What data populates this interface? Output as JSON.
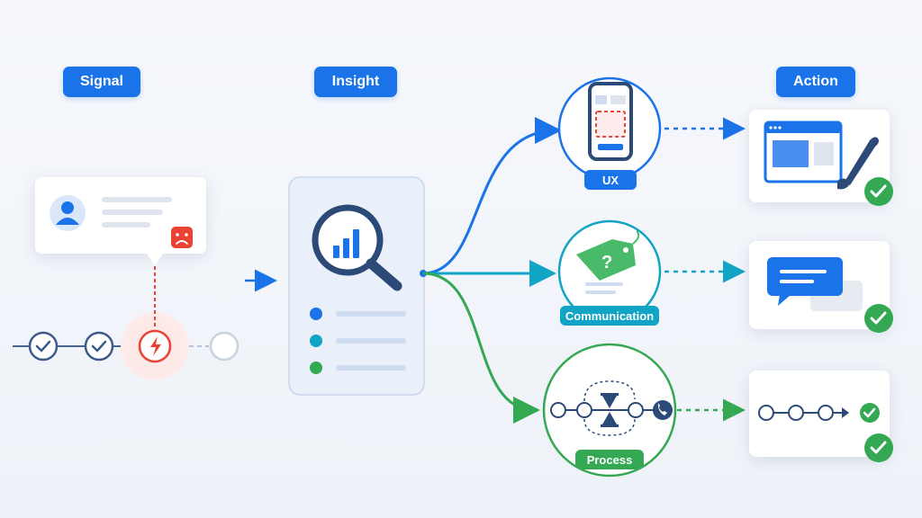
{
  "stages": {
    "signal": "Signal",
    "insight": "Insight",
    "action": "Action"
  },
  "branches": {
    "ux": "UX",
    "communication": "Communication",
    "process": "Process"
  },
  "colors": {
    "blue": "#1a73e8",
    "teal": "#12a4c5",
    "green": "#34a853",
    "red": "#ea4335",
    "navy": "#2f4a7a"
  }
}
